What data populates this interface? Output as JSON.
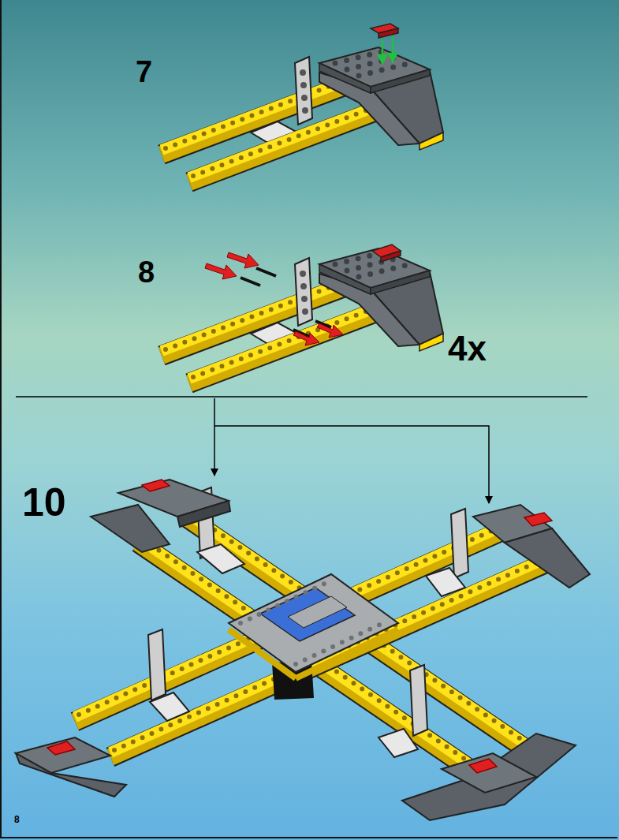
{
  "diagram": {
    "labels": [
      "7",
      "8",
      "4x",
      "10",
      "8"
    ]
  }
}
